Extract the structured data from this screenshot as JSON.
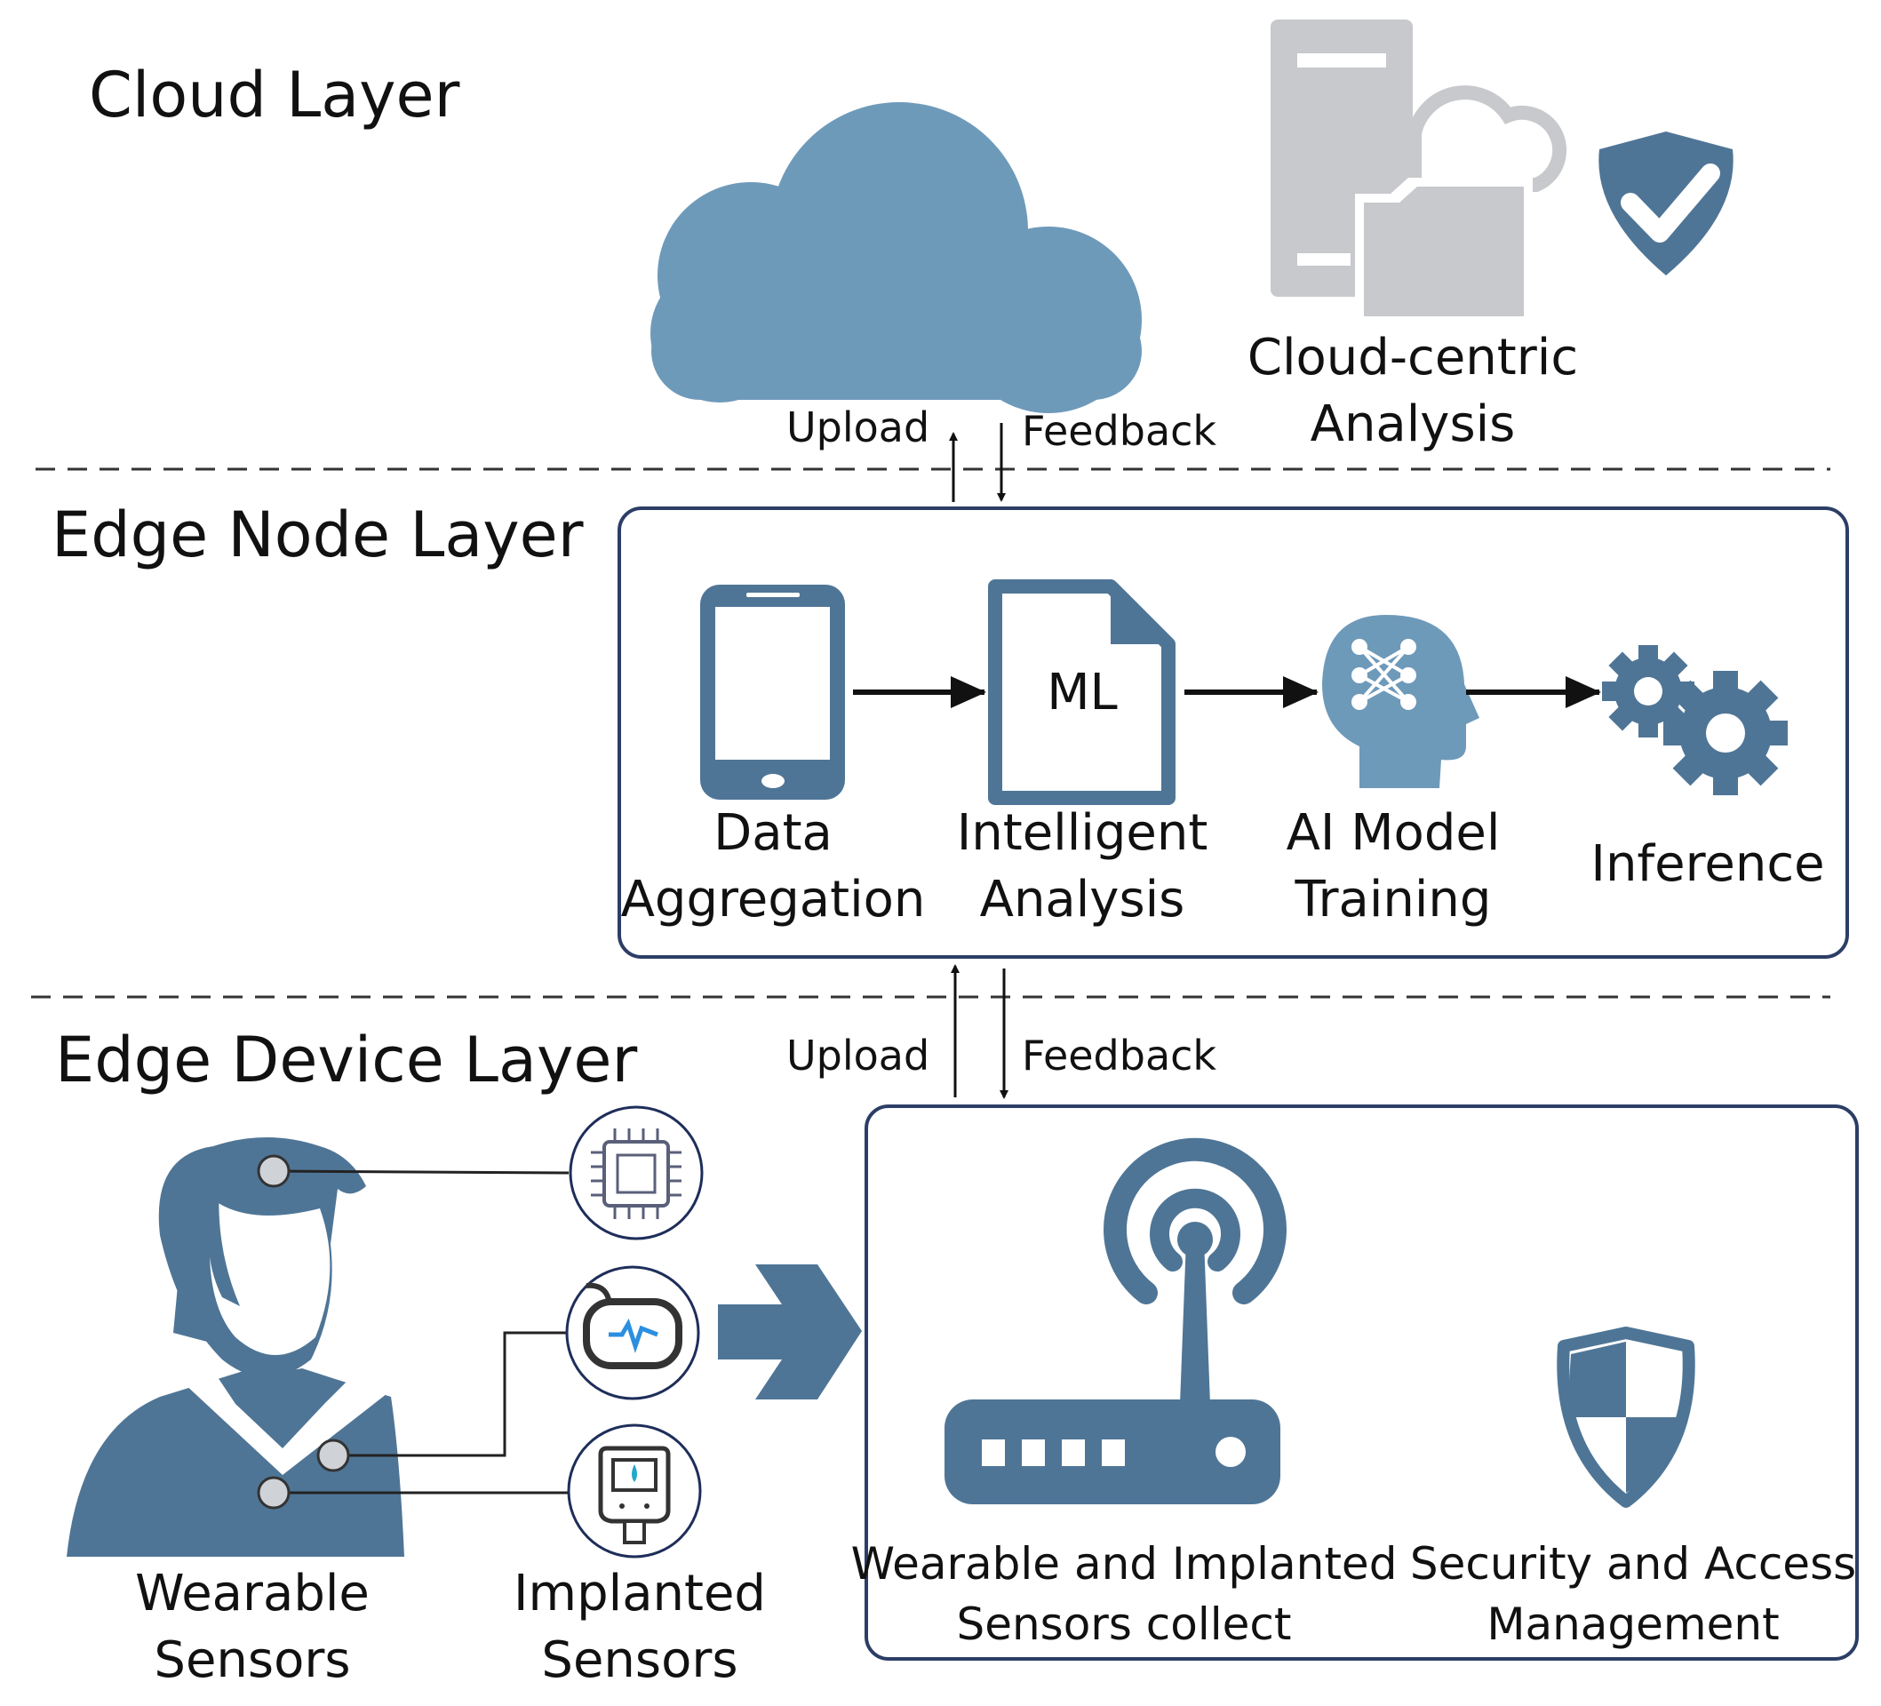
{
  "layers": {
    "cloud": {
      "title": "Cloud Layer"
    },
    "edge_node": {
      "title": "Edge Node Layer"
    },
    "edge_device": {
      "title": "Edge Device Layer"
    }
  },
  "cloud_section": {
    "analysis_label": "Cloud-centric\nAnalysis",
    "upload_label": "Upload",
    "feedback_label": "Feedback"
  },
  "edge_node_section": {
    "steps": [
      {
        "icon": "smartphone-icon",
        "label": "Data\nAggregation"
      },
      {
        "icon": "ml-document-icon",
        "label": "Intelligent\nAnalysis",
        "icon_text": "ML"
      },
      {
        "icon": "ai-head-icon",
        "label": "AI Model\nTraining"
      },
      {
        "icon": "gears-icon",
        "label": "Inference"
      }
    ],
    "upload_label": "Upload",
    "feedback_label": "Feedback"
  },
  "edge_device_section": {
    "wearable_label": "Wearable\nSensors",
    "implanted_label": "Implanted\nSensors",
    "collect_label": "Wearable and Implanted\nSensors collect",
    "security_label": "Security and Access\nManagement"
  },
  "colors": {
    "primary_blue": "#4f7596",
    "cloud_blue": "#6e9aba",
    "server_gray": "#c7c9cc",
    "arrow_black": "#111111",
    "box_border": "#2c3e66"
  }
}
